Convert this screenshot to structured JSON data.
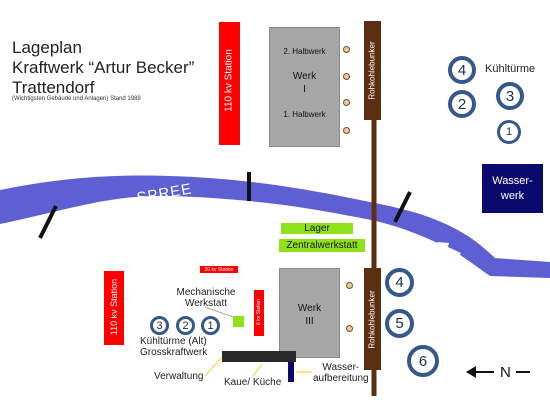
{
  "title": {
    "line1": "Lageplan",
    "line2": "Kraftwerk “Artur Becker”",
    "line3": "Trattendorf",
    "subtitle": "(Wichtigsten Gebäude und Anlagen)   Stand 1989"
  },
  "river": {
    "label": "SPREE",
    "color": "#5f5fd4"
  },
  "stations": {
    "north": "110 kv Station",
    "south": "110 kv Station",
    "small_a": "30 kv Station",
    "small_b": "6 kv Station"
  },
  "werk1": {
    "name_line1": "Werk",
    "name_line2": "I",
    "halbwerk2": "2. Halbwerk",
    "halbwerk1": "1. Halbwerk"
  },
  "werk3": {
    "name_line1": "Werk",
    "name_line2": "III"
  },
  "bunker": {
    "north": "Rohkohlebunker",
    "south": "Rohkohlebunker"
  },
  "kuehltuerme_label": "Kühltürme",
  "towers_east": [
    "4",
    "3",
    "2",
    "1"
  ],
  "towers_south": [
    "4",
    "5",
    "6"
  ],
  "towers_old": [
    "3",
    "2",
    "1"
  ],
  "wasserwerk": {
    "line1": "Wasser-",
    "line2": "werk"
  },
  "lager": "Lager",
  "zentralwerkstatt": "Zentralwerkstatt",
  "mechanische_werkstatt": {
    "line1": "Mechanische",
    "line2": "Werkstatt"
  },
  "kuehltuerme_alt": {
    "line1": "Kühltürme (Alt)",
    "line2": "Grosskraftwerk"
  },
  "verwaltung": "Verwaltung",
  "kaue_kueche": "Kaue/ Küche",
  "wasseraufbereitung": {
    "line1": "Wasser-",
    "line2": "aufbereitung"
  },
  "north_arrow": "N",
  "colors": {
    "station": "#ff0000",
    "werk": "#a6a6a6",
    "tower_ring": "#35588a",
    "railway": "#5c2e12",
    "green_buildings": "#8fe11a",
    "wasserwerk": "#0a0a6e"
  }
}
